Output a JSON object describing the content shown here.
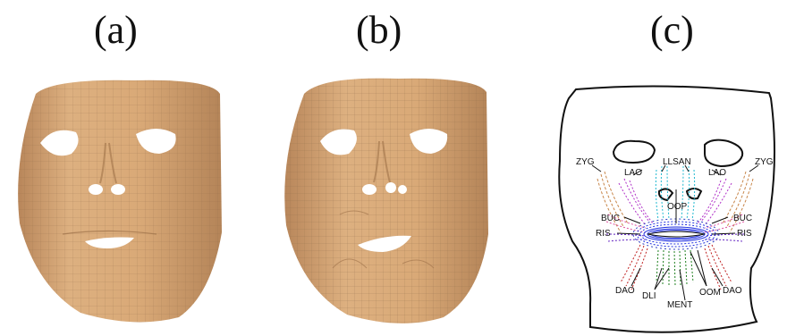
{
  "panels": [
    {
      "id": "a",
      "label": "(a)"
    },
    {
      "id": "b",
      "label": "(b)"
    },
    {
      "id": "c",
      "label": "(c)"
    }
  ],
  "colors": {
    "skin": "#d9a977",
    "skin_shadow": "#b8865a",
    "mesh_line": "#8c6a48",
    "outline": "#111111",
    "zyg": "#c8864a",
    "lao": "#b030c8",
    "llsan": "#20b8d0",
    "oop": "#2030e0",
    "buc": "#e050a0",
    "ris": "#6020c0",
    "dao": "#c02020",
    "dli": "#208020",
    "ment": "#40a040",
    "oom": "#3040c0"
  },
  "muscles": {
    "zyg_left": "ZYG",
    "zyg_right": "ZYG",
    "lao_left": "LAO",
    "lao_right": "LAO",
    "llsan": "LLSAN",
    "oop": "OOP",
    "buc_left": "BUC",
    "buc_right": "BUC",
    "ris_left": "RIS",
    "ris_right": "RIS",
    "dao_left": "DAO",
    "dao_right": "DAO",
    "dli": "DLI",
    "ment": "MENT",
    "oom": "OOM"
  }
}
